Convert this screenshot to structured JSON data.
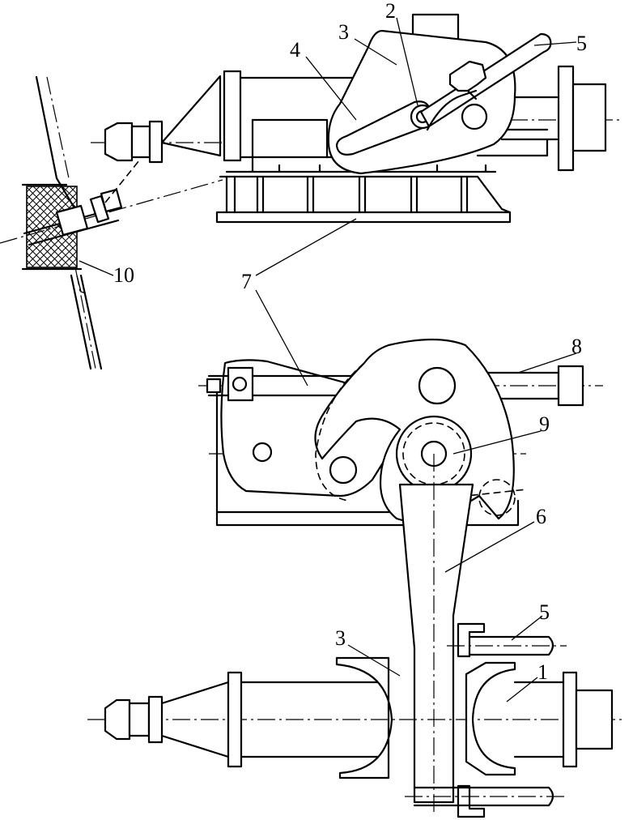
{
  "callouts": {
    "top_1": "2",
    "top_2": "3",
    "top_3": "4",
    "top_4": "5",
    "top_5": "10",
    "mid_1": "7",
    "mid_2": "8",
    "mid_3": "9",
    "mid_4": "6",
    "bot_1": "5",
    "bot_2": "3",
    "bot_3": "1"
  },
  "colors": {
    "line": "#000000",
    "background": "#ffffff"
  }
}
